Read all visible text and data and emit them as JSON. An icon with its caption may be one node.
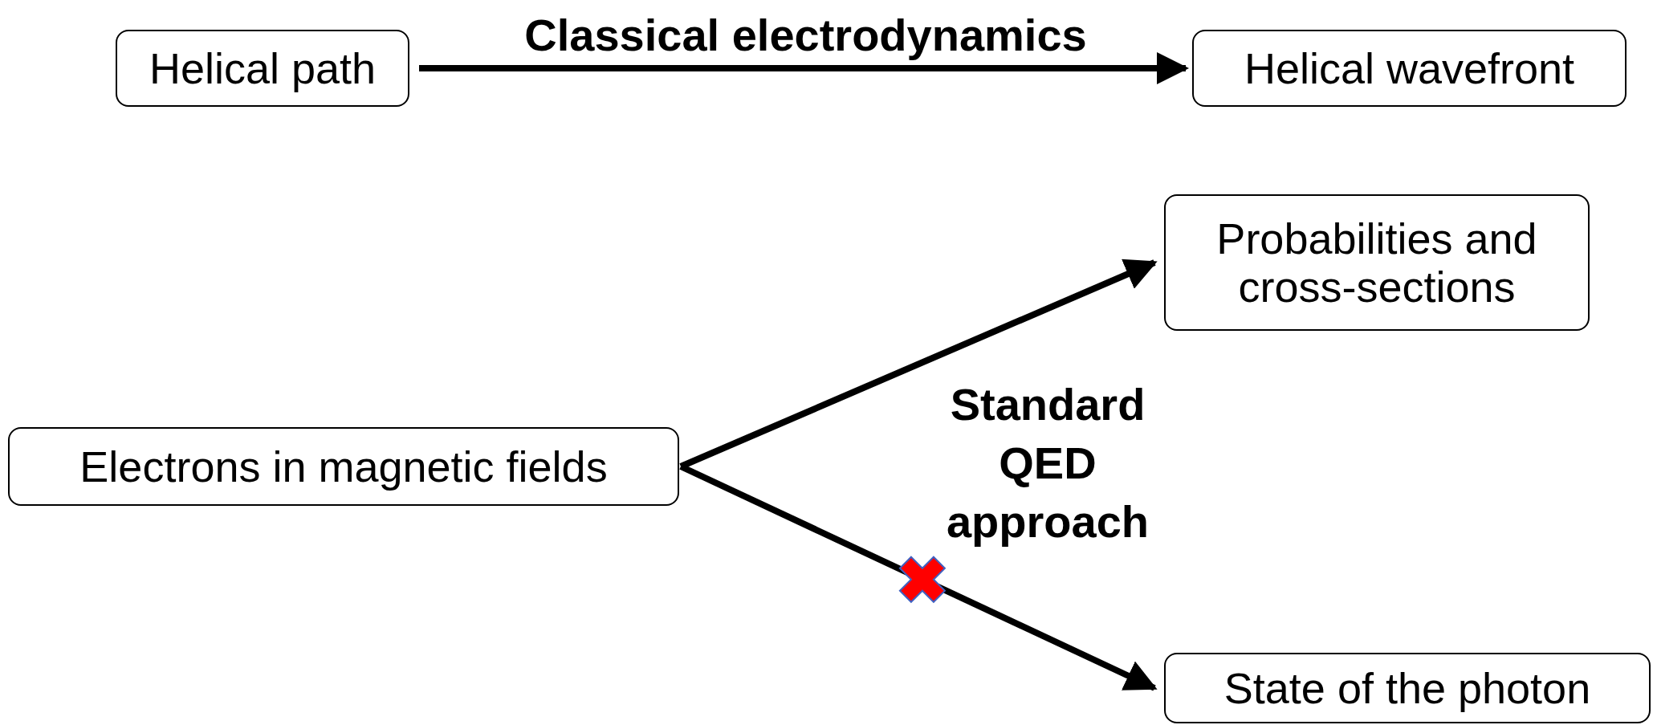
{
  "diagram": {
    "nodes": [
      {
        "text": [
          "Helical path"
        ]
      },
      {
        "text": [
          "Helical wavefront"
        ]
      },
      {
        "text": [
          "Probabilities and cross-sections"
        ]
      },
      {
        "text": [
          "Electrons in magnetic fields"
        ]
      },
      {
        "text": [
          "State of the photon"
        ]
      }
    ],
    "edges": [
      {
        "from": 0,
        "to": 1,
        "arrow": "to",
        "label": "Classical electrodynamics"
      },
      {
        "from": 3,
        "to": 2,
        "arrow": "to"
      },
      {
        "from": 3,
        "to": 4,
        "arrow": "to"
      }
    ],
    "labels": [
      "Standard QED approach"
    ]
  }
}
